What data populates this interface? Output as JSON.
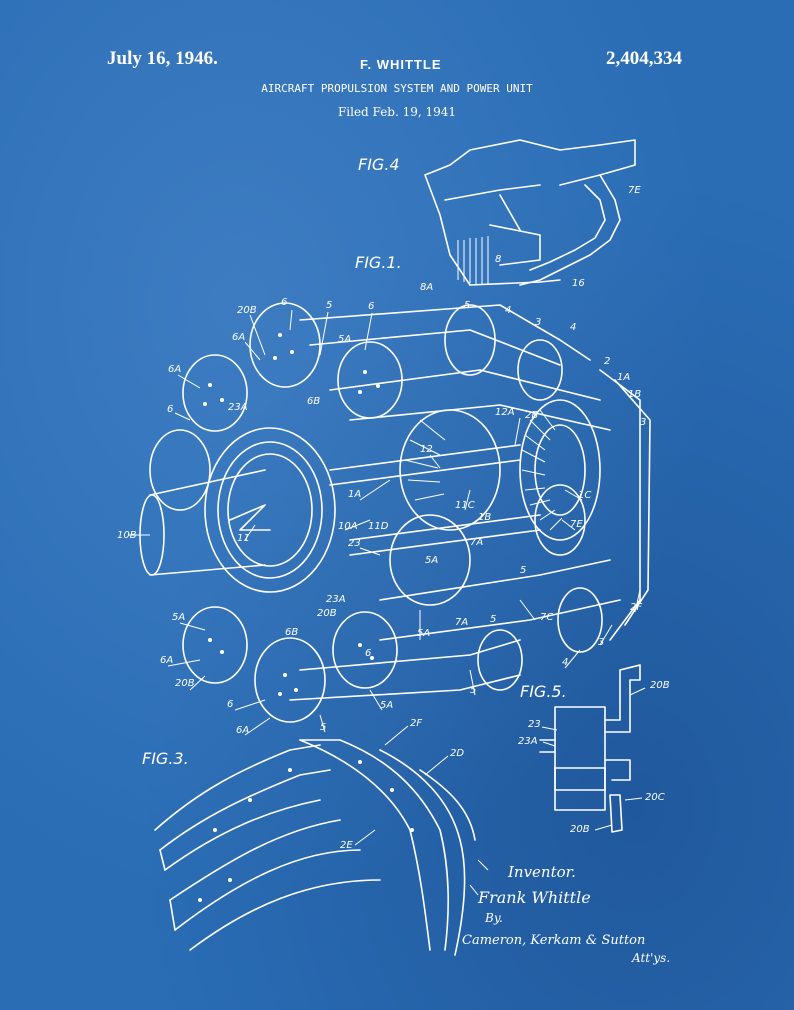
{
  "header": {
    "date": "July 16, 1946.",
    "inventor": "F. WHITTLE",
    "patent_number": "2,404,334"
  },
  "title": "AIRCRAFT PROPULSION SYSTEM AND POWER UNIT",
  "filed": "Filed Feb. 19, 1941",
  "figure_labels": {
    "fig4": "FIG.4",
    "fig1": "FIG.1.",
    "fig3": "FIG.3.",
    "fig5": "FIG.5."
  },
  "reference_numerals": {
    "r8a": "8A",
    "r8": "8",
    "r16": "16",
    "r7e_top": "7E",
    "r5_top": "5",
    "r4_top": "4",
    "r3_top": "3",
    "r4_right": "4",
    "r2_right": "2",
    "r1a_right": "1A",
    "r1b_right": "1B",
    "r3_right": "3",
    "r20b_tl": "20B",
    "r6_tl": "6",
    "r5_tl": "5",
    "r6_tl2": "6",
    "r6a_tl": "6A",
    "r5a_tl": "5A",
    "r6a_l": "6A",
    "r6_l": "6",
    "r23a_l": "23A",
    "r6b_l": "6B",
    "r10b": "10B",
    "r11": "11",
    "r12a": "12A",
    "r2b": "2B",
    "r12": "12",
    "r11c": "11C",
    "r1b_c": "1B",
    "r1a_c": "1A",
    "r1c": "1C",
    "r7e_c": "7E",
    "r10a": "10A",
    "r11d": "11D",
    "r23": "23",
    "r7a_c": "7A",
    "r5a_c": "5A",
    "r5_c": "5",
    "r5a_b": "5A",
    "r7a_b": "7A",
    "r5_b": "5",
    "r7c": "7C",
    "r2f_r": "2F",
    "r3_br": "3",
    "r4_br": "4",
    "r5_b2": "5",
    "r5a_bl": "5A",
    "r23a_b": "23A",
    "r20b_b": "20B",
    "r6b_b": "6B",
    "r6_b": "6",
    "r6a_bl": "6A",
    "r20b_bl": "20B",
    "r6_bl": "6",
    "r6a_bl2": "6A",
    "r5_bl": "5",
    "r5a_bl2": "5A",
    "r2f_b": "2F",
    "r2d": "2D",
    "r2e": "2E",
    "r20b_f5": "20B",
    "r23_f5": "23",
    "r23a_f5": "23A",
    "r20c": "20C",
    "r20b_f5b": "20B"
  },
  "signature": {
    "inventor_label": "Inventor.",
    "inventor_name": "Frank Whittle",
    "by": "By.",
    "attorneys": "Cameron, Kerkam & Sutton",
    "attys": "Att'ys."
  },
  "colors": {
    "background": "#2a6db5",
    "ink": "#ffffff"
  }
}
